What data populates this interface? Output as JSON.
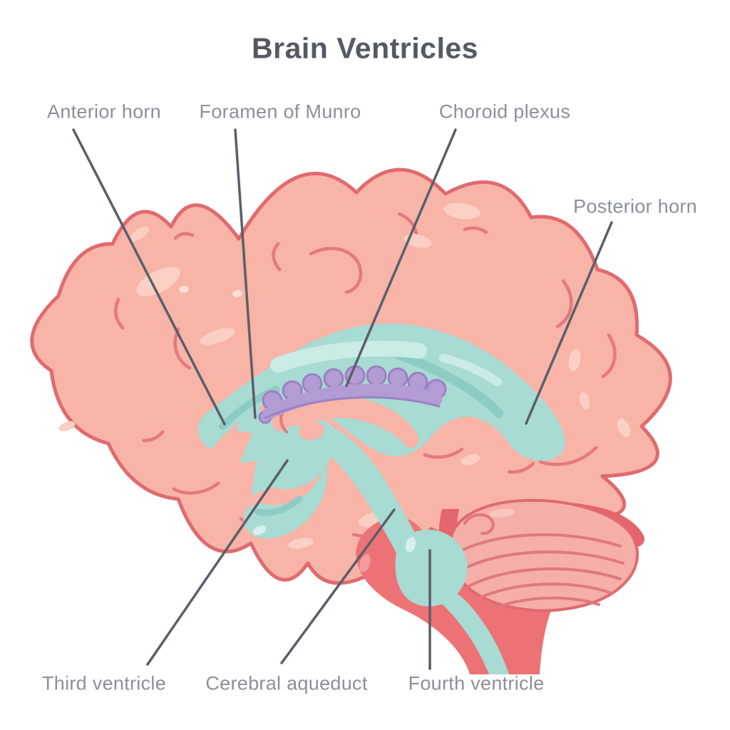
{
  "title": "Brain Ventricles",
  "labels": [
    {
      "id": "anterior-horn",
      "text": "Anterior horn"
    },
    {
      "id": "foramen-of-munro",
      "text": "Foramen of Munro"
    },
    {
      "id": "choroid-plexus",
      "text": "Choroid plexus"
    },
    {
      "id": "posterior-horn",
      "text": "Posterior horn"
    },
    {
      "id": "third-ventricle",
      "text": "Third ventricle"
    },
    {
      "id": "cerebral-aqueduct",
      "text": "Cerebral aqueduct"
    },
    {
      "id": "fourth-ventricle",
      "text": "Fourth ventricle"
    }
  ],
  "colors": {
    "title_text": "#545963",
    "label_text": "#8B9098",
    "leader_line": "#5A5F6A",
    "cortex_fill": "#F7B4A7",
    "cortex_outline": "#E06A6F",
    "gyri_line": "#E4797E",
    "cortex_highlight": "#FBCFC4",
    "ventricle_fill": "#A7DBD3",
    "ventricle_highlight": "#CBEBE6",
    "ventricle_shadow": "#8DCCC5",
    "choroid_fill": "#B39CD4",
    "choroid_outline": "#9C81C2",
    "brainstem_fill": "#ED7276",
    "brainstem_shadow": "#E4656B",
    "cerebellum_fill": "#F5AEA8",
    "cerebellum_line": "#E0787D"
  }
}
